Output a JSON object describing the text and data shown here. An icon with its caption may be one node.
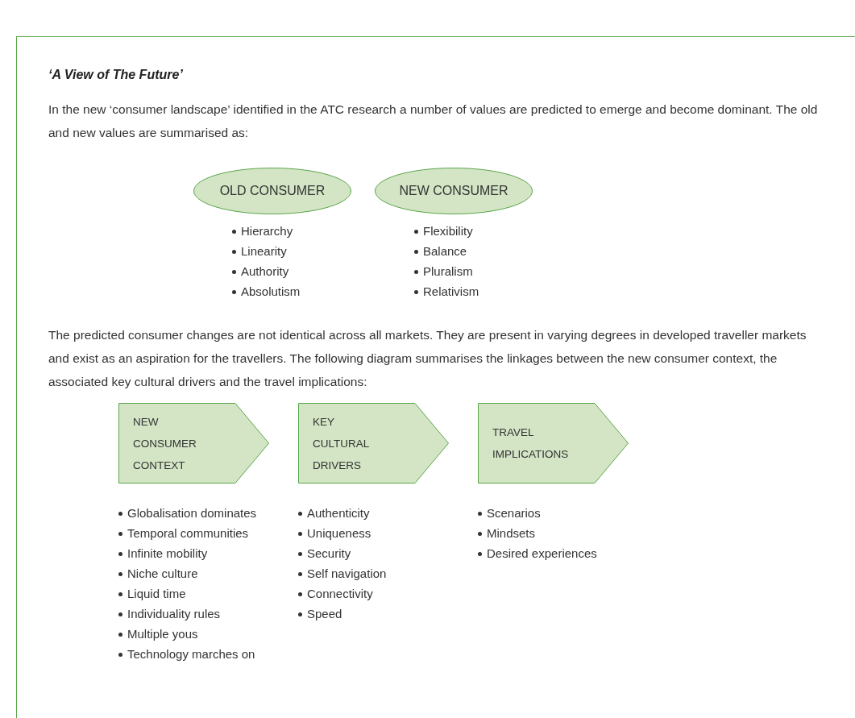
{
  "diagram": {
    "title": "‘A View of The Future’",
    "nodes": [
      {
        "text": [
          "OLD CONSUMER"
        ],
        "beside": [
          "Hierarchy",
          "Linearity",
          "Authority",
          "Absolutism"
        ]
      },
      {
        "text": [
          "NEW CONSUMER"
        ],
        "beside": [
          "Flexibility",
          "Balance",
          "Pluralism",
          "Relativism"
        ]
      },
      {
        "text": [
          "NEW CONSUMER CONTEXT"
        ],
        "beside": [
          "Globalisation dominates",
          "Temporal communities",
          "Infinite mobility",
          "Niche culture",
          "Liquid time",
          "Individuality rules",
          "Multiple yous",
          "Technology marches on"
        ]
      },
      {
        "text": [
          "KEY CULTURAL DRIVERS"
        ],
        "beside": [
          "Authenticity",
          "Uniqueness",
          "Security",
          "Self navigation",
          "Connectivity",
          "Speed"
        ]
      },
      {
        "text": [
          "TRAVEL IMPLICATIONS"
        ],
        "beside": [
          "Scenarios",
          "Mindsets",
          "Desired experiences"
        ]
      }
    ],
    "labels": [
      "In the new ‘consumer landscape’ identified in the ATC research a number of values are predicted to emerge and become dominant. The old and new values are summarised as:",
      "The predicted consumer changes are not identical across all markets. They are present in varying degrees in developed traveller markets and exist as an aspiration for the travellers. The following diagram summarises the linkages between the new consumer context, the associated key cultural drivers and the travel implications:"
    ]
  }
}
